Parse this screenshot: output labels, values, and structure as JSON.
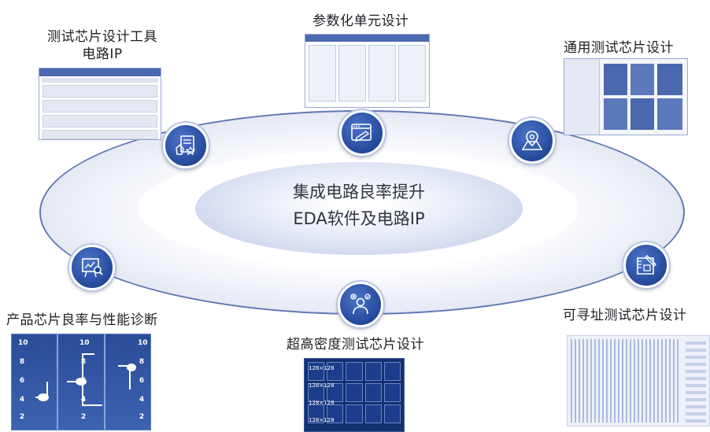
{
  "center": {
    "line1": "集成电路良率提升",
    "line2": "EDA软件及电路IP"
  },
  "labels": {
    "top_left": {
      "line1": "测试芯片设计工具",
      "line2": "电路IP"
    },
    "top_center": "参数化单元设计",
    "top_right": "通用测试芯片设计",
    "bottom_left": "产品芯片良率与性能诊断",
    "bottom_center": "超高密度测试芯片设计",
    "bottom_right": "可寻址测试芯片设计"
  },
  "nodes": [
    {
      "id": "tool",
      "icon": "hand-form-star-icon"
    },
    {
      "id": "pcell",
      "icon": "browser-pen-icon"
    },
    {
      "id": "general",
      "icon": "map-pin-icon"
    },
    {
      "id": "diagnosis",
      "icon": "chart-magnifier-icon"
    },
    {
      "id": "density",
      "icon": "person-check-icon"
    },
    {
      "id": "addressable",
      "icon": "blueprint-ruler-icon"
    }
  ],
  "density_cells": [
    "128×128",
    "128×128",
    "128×128",
    "128×128"
  ],
  "yield_axis": [
    "10",
    "8",
    "6",
    "4",
    "2"
  ],
  "colors": {
    "accent": "#1f4293",
    "ring": "#6078b5",
    "panel": "#2b4d98"
  }
}
